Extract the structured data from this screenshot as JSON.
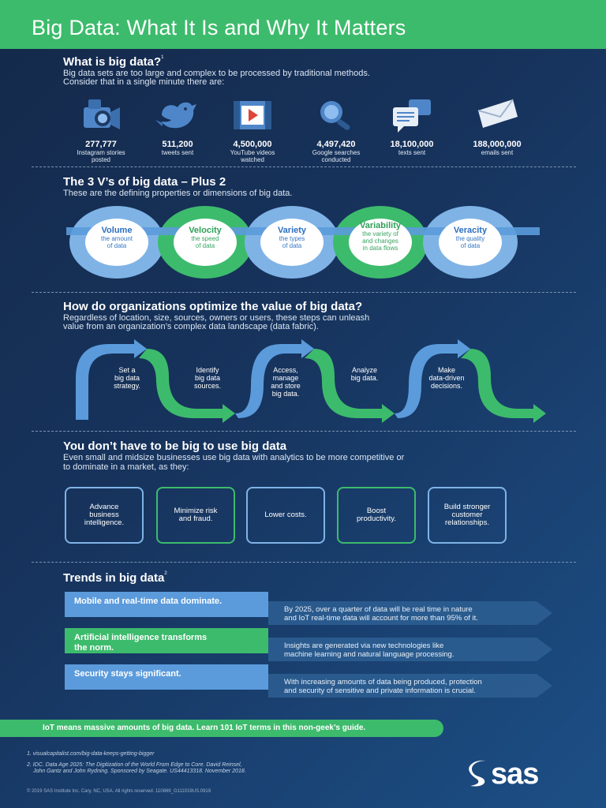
{
  "header": {
    "title": "Big Data: What It Is and Why It Matters"
  },
  "what": {
    "title": "What is big data?",
    "sup": "1",
    "body1": "Big data sets are too large and complex to be processed by traditional methods.",
    "body2": "Consider that in a single minute there are:",
    "stats": [
      {
        "num": "277,777",
        "label1": "Instagram stories",
        "label2": "posted",
        "icon": "camera-icon"
      },
      {
        "num": "511,200",
        "label1": "tweets sent",
        "label2": "",
        "icon": "bird-icon"
      },
      {
        "num": "4,500,000",
        "label1": "YouTube videos",
        "label2": "watched",
        "icon": "video-icon"
      },
      {
        "num": "4,497,420",
        "label1": "Google searches",
        "label2": "conducted",
        "icon": "magnifier-icon"
      },
      {
        "num": "18,100,000",
        "label1": "texts sent",
        "label2": "",
        "icon": "chat-icon"
      },
      {
        "num": "188,000,000",
        "label1": "emails sent",
        "label2": "",
        "icon": "envelope-icon"
      }
    ]
  },
  "vs": {
    "title": "The 3 V’s of big data – Plus 2",
    "body": "These are the defining properties or dimensions of big data.",
    "items": [
      {
        "t": "Volume",
        "s1": "the amount",
        "s2": "of data",
        "s3": ""
      },
      {
        "t": "Velocity",
        "s1": "the speed",
        "s2": "of data",
        "s3": ""
      },
      {
        "t": "Variety",
        "s1": "the types",
        "s2": "of data",
        "s3": ""
      },
      {
        "t": "Variability",
        "s1": "the variety of",
        "s2": "and changes",
        "s3": "in data flows"
      },
      {
        "t": "Veracity",
        "s1": "the quality",
        "s2": "of data",
        "s3": ""
      }
    ]
  },
  "optimize": {
    "title": "How do organizations optimize the value of big data?",
    "body1": "Regardless of location, size, sources, owners or users, these steps can unleash",
    "body2": "value from an organization’s complex data landscape (data fabric).",
    "steps": [
      {
        "l1": "Set a",
        "l2": "big data",
        "l3": "strategy.",
        "l4": ""
      },
      {
        "l1": "Identify",
        "l2": "big data",
        "l3": "sources.",
        "l4": ""
      },
      {
        "l1": "Access,",
        "l2": "manage",
        "l3": "and store",
        "l4": "big data."
      },
      {
        "l1": "Analyze",
        "l2": "big data.",
        "l3": "",
        "l4": ""
      },
      {
        "l1": "Make",
        "l2": "data-driven",
        "l3": "decisions.",
        "l4": ""
      }
    ]
  },
  "small": {
    "title": "You don’t have to be big to use big data",
    "body1": "Even small and midsize businesses use big data with analytics to be more competitive or",
    "body2": "to dominate in a market, as they:",
    "boxes": [
      {
        "l1": "Advance",
        "l2": "business",
        "l3": "intelligence."
      },
      {
        "l1": "Minimize risk",
        "l2": "and fraud.",
        "l3": ""
      },
      {
        "l1": "Lower costs.",
        "l2": "",
        "l3": ""
      },
      {
        "l1": "Boost",
        "l2": "productivity.",
        "l3": ""
      },
      {
        "l1": "Build stronger",
        "l2": "customer",
        "l3": "relationships."
      }
    ]
  },
  "trends": {
    "title": "Trends in big data",
    "sup": "2",
    "items": [
      {
        "bar1": "Mobile and real-time data dominate.",
        "bar2": "",
        "d1": "By 2025, over a quarter of data will be real time in nature",
        "d2": "and IoT real-time data will account for more than 95% of it."
      },
      {
        "bar1": "Artificial intelligence transforms",
        "bar2": "the norm.",
        "d1": "Insights are generated via new technologies like",
        "d2": "machine learning and natural language processing."
      },
      {
        "bar1": "Security stays significant.",
        "bar2": "",
        "d1": "With increasing amounts of data being produced, protection",
        "d2": "and security of sensitive and private information is crucial."
      }
    ]
  },
  "cta": "IoT means massive amounts of big data. Learn 101 IoT terms in this non-geek’s guide.",
  "footnotes": {
    "f1": "1. visualcapitalist.com/big-data-keeps-getting-bigger",
    "f2a": "2. IDC. Data Age 2025: The Digitization of the World From Edge to Core. David Reinsel,",
    "f2b": "John Gantz and John Rydning. Sponsored by Seagate. US44413318. November 2018."
  },
  "copyright": "© 2019 SAS Institute Inc. Cary, NC, USA. All rights reserved. 110869_G111019US.0919",
  "logo": "sas",
  "colors": {
    "green": "#3dbb6c",
    "blue": "#5b9bdc",
    "navy": "#14294a"
  }
}
